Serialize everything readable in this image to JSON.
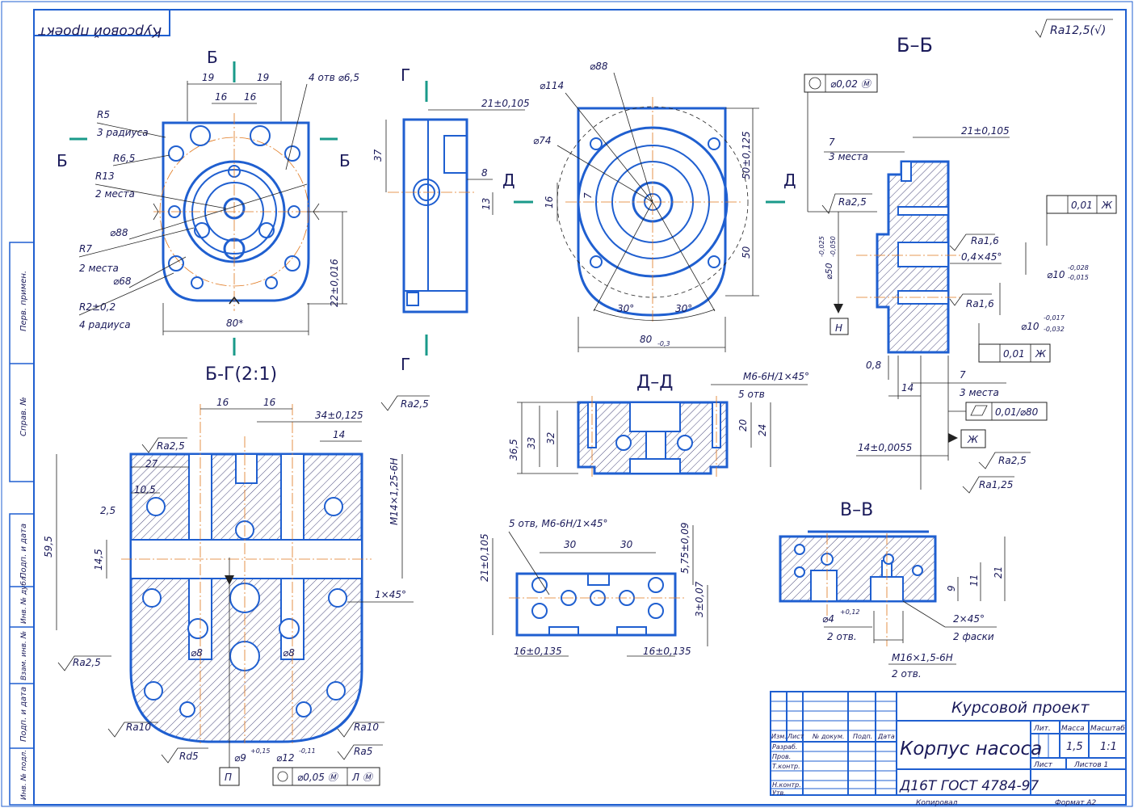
{
  "stamp_top": "Курсовой проект",
  "roughness_general": "Ra12,5(√)",
  "section_labels": {
    "bb": "Б–Б",
    "bg": "Б-Г(2:1)",
    "dd": "Д–Д",
    "vv": "В–В"
  },
  "cut_letters": {
    "b": "Б",
    "g": "Г",
    "d": "Д"
  },
  "view1": {
    "dims": [
      "19",
      "19",
      "16",
      "16",
      "4 отв ⌀6,5",
      "R5",
      "3 радиуса",
      "R6,5",
      "R13",
      "2 места",
      "⌀88",
      "R7",
      "2 места",
      "⌀68",
      "R2±0,2",
      "4 радиуса",
      "80*",
      "22±0,016"
    ]
  },
  "view2": {
    "dims": [
      "21±0,105",
      "37",
      "8",
      "13"
    ]
  },
  "view3": {
    "dims": [
      "⌀114",
      "⌀88",
      "⌀74",
      "16",
      "7",
      "50±0,125",
      "50",
      "30°",
      "30°",
      "80",
      "-0,3"
    ]
  },
  "bb": {
    "dims": [
      "7",
      "3 места",
      "21±0,105",
      "Ra2,5",
      "⌀50",
      "-0,025",
      "-0,050",
      "Ra1,6",
      "0,4×45°",
      "⌀10",
      "-0,028",
      "-0,015",
      "Ra1,6",
      "⌀10",
      "-0,017",
      "-0,032",
      "0,8",
      "14",
      "7",
      "3 места",
      "14±0,0055",
      "Ra2,5",
      "Ra1,25"
    ],
    "frames": [
      "⌀0,02 Ⓜ",
      "0,01",
      "Ж",
      "0,01",
      "Ж",
      "0,01/⌀80",
      "Ж",
      "Н"
    ]
  },
  "bg": {
    "dims": [
      "16",
      "16",
      "34±0,125",
      "14",
      "Ra2,5",
      "Ra2,5",
      "27",
      "10,5",
      "2,5",
      "59,5",
      "14,5",
      "M14×1,25-6H",
      "1×45°",
      "Ra2,5",
      "⌀8",
      "⌀8",
      "Ra10",
      "Ra10",
      "Rd5",
      "Ra5",
      "⌀9",
      "+0,15",
      "⌀12",
      "-0,11"
    ],
    "frame_tol": "⌀0,05 Ⓜ",
    "frame_datum": "Л Ⓜ",
    "datum": "П"
  },
  "dd": {
    "dims": [
      "M6-6H/1×45°",
      "5 отв",
      "36,5",
      "33",
      "32",
      "20",
      "24"
    ]
  },
  "plan": {
    "dims": [
      "5 отв, M6-6H/1×45°",
      "30",
      "30",
      "21±0,105",
      "5,75±0,09",
      "3±0,07",
      "16±0,135",
      "16±0,135"
    ]
  },
  "vv": {
    "dims": [
      "9",
      "11",
      "21",
      "⌀4",
      "+0,12",
      "2 отв.",
      "2×45°",
      "2 фаски",
      "M16×1,5-6H",
      "2 отв."
    ]
  },
  "side_strip": [
    "Перв. примен.",
    "Справ. №",
    "Подп. и дата",
    "Инв. № дубл.",
    "Взам. инв. №",
    "Подп. и дата",
    "Инв. № подл."
  ],
  "title_block": {
    "project": "Курсовой проект",
    "name": "Корпус насоса",
    "material": "Д16Т ГОСТ 4784-97",
    "lit": "Лит.",
    "mass_label": "Масса",
    "scale_label": "Масштаб",
    "mass": "1,5",
    "scale": "1:1",
    "sheet": "Лист",
    "sheets": "Листов 1",
    "rows": [
      "Изм.",
      "Лист",
      "№ докум.",
      "Подп.",
      "Дата"
    ],
    "roles": [
      "Разраб.",
      "Пров.",
      "Т.контр.",
      "Н.контр.",
      "Утв."
    ],
    "copied": "Копировал",
    "format": "Формат   A2"
  }
}
